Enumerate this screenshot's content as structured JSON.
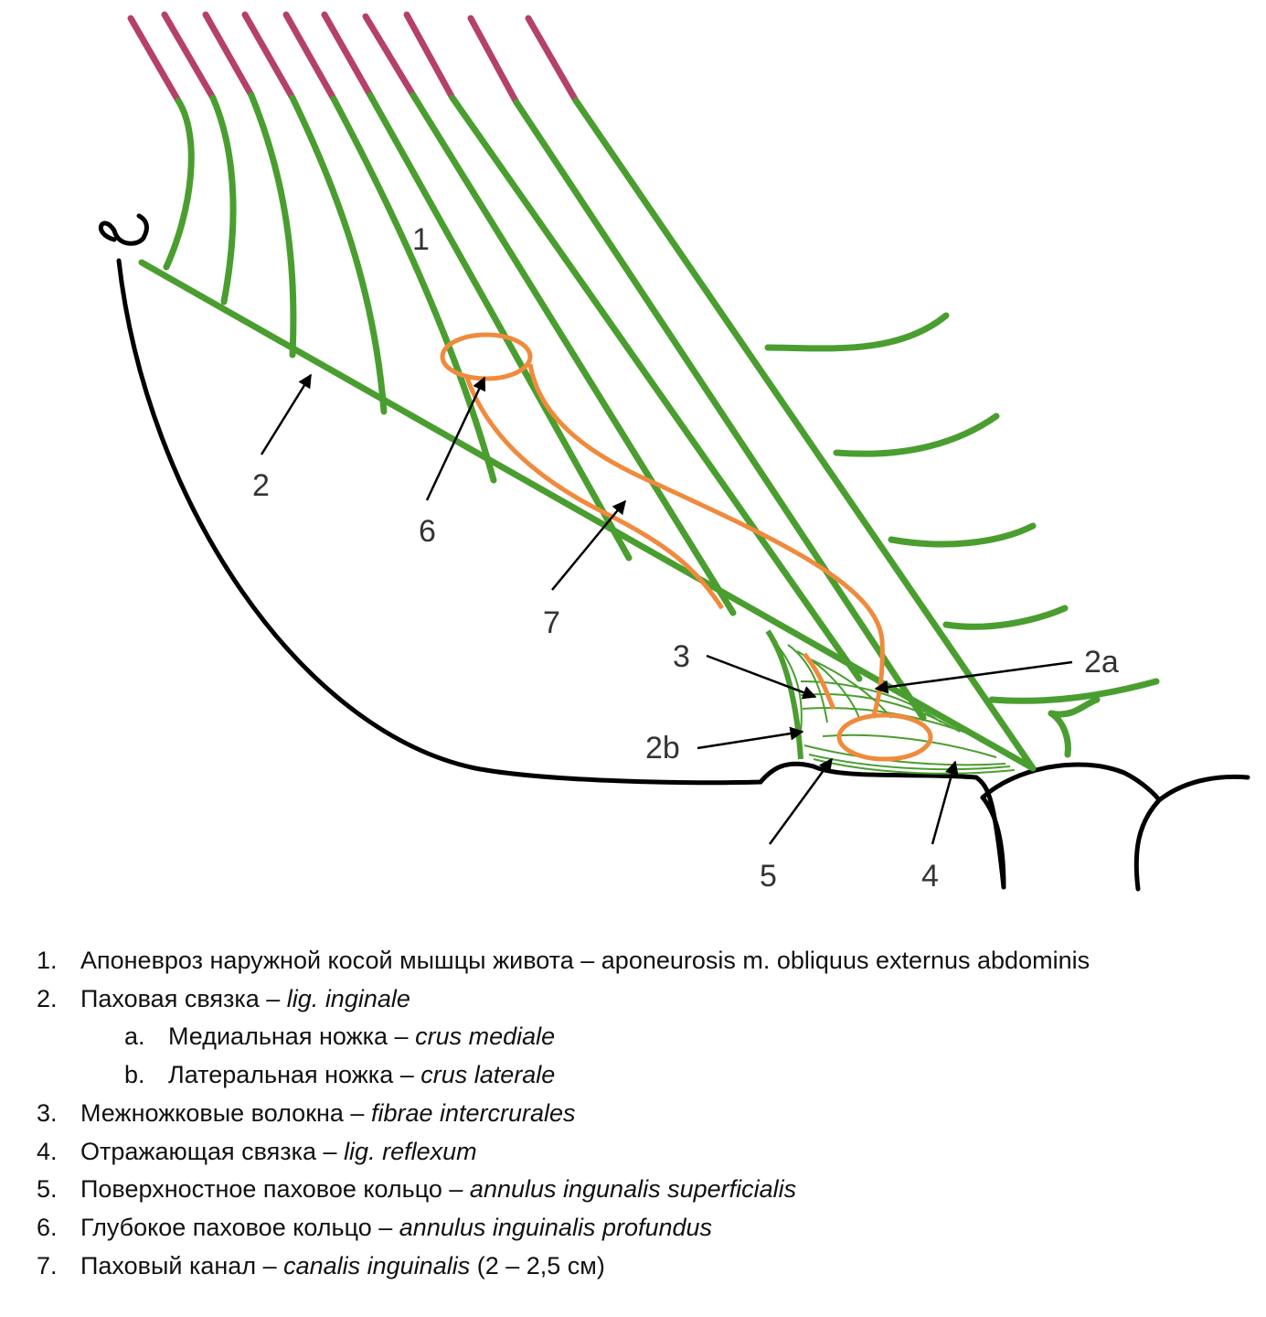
{
  "colors": {
    "aponeurosis": "#4a9e2f",
    "muscle": "#b5406a",
    "canal": "#f08a3c",
    "outline": "#000000",
    "label": "#333333"
  },
  "labels": {
    "l1": "1",
    "l2": "2",
    "l2a": "2a",
    "l2b": "2b",
    "l3": "3",
    "l4": "4",
    "l5": "5",
    "l6": "6",
    "l7": "7"
  },
  "legend": [
    {
      "num": "1.",
      "ru": "Апоневроз наружной косой мышцы живота – aponeurosis m. obliquus externus abdominis",
      "latin": "",
      "extra": ""
    },
    {
      "num": "2.",
      "ru": "Паховая связка – ",
      "latin": "lig. inginale",
      "extra": ""
    },
    {
      "num": "a.",
      "ru": "Медиальная ножка – ",
      "latin": "crus mediale",
      "extra": ""
    },
    {
      "num": "b.",
      "ru": "Латеральная ножка – ",
      "latin": "crus laterale",
      "extra": ""
    },
    {
      "num": "3.",
      "ru": "Межножковые волокна – ",
      "latin": "fibrae intercrurales",
      "extra": ""
    },
    {
      "num": "4.",
      "ru": "Отражающая связка – ",
      "latin": "lig. reflexum",
      "extra": ""
    },
    {
      "num": "5.",
      "ru": "Поверхностное паховое кольцо – ",
      "latin": "annulus ingunalis superficialis",
      "extra": ""
    },
    {
      "num": "6.",
      "ru": "Глубокое паховое кольцо – ",
      "latin": "annulus inguinalis profundus",
      "extra": ""
    },
    {
      "num": "7.",
      "ru": "Паховый канал – ",
      "latin": "canalis inguinalis",
      "extra": " (2 – 2,5 см)"
    }
  ]
}
